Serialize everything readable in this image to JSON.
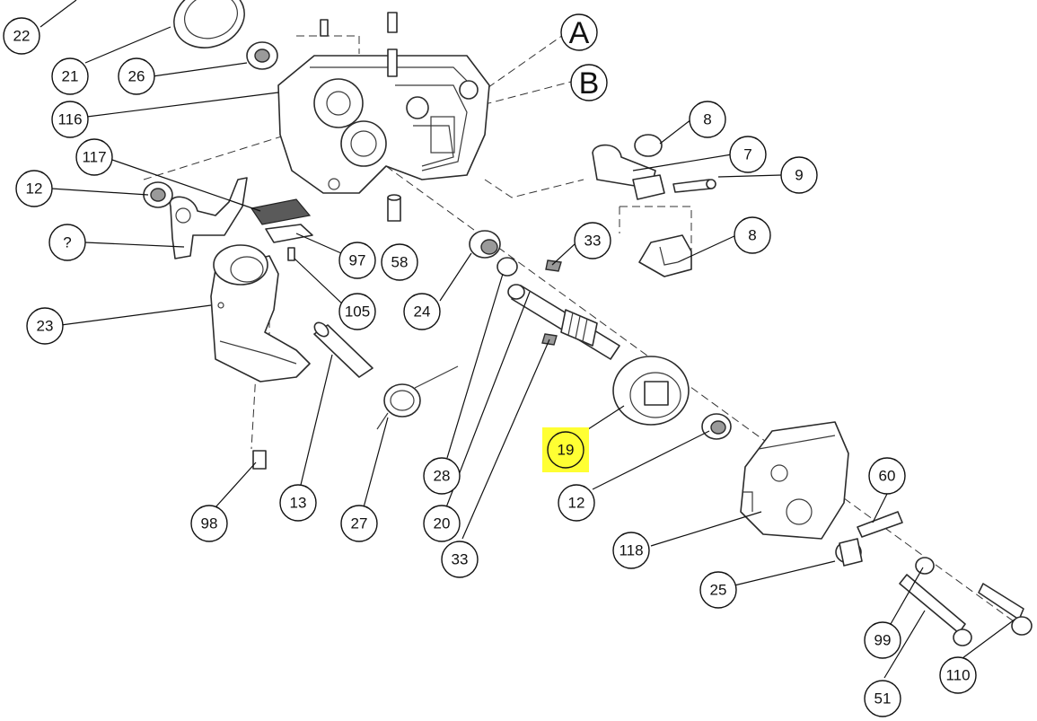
{
  "callouts": [
    {
      "id": "c22",
      "label": "22"
    },
    {
      "id": "c21",
      "label": "21"
    },
    {
      "id": "c26",
      "label": "26"
    },
    {
      "id": "c116",
      "label": "116"
    },
    {
      "id": "c117",
      "label": "117"
    },
    {
      "id": "c12a",
      "label": "12"
    },
    {
      "id": "cq",
      "label": "?"
    },
    {
      "id": "c23",
      "label": "23"
    },
    {
      "id": "c97",
      "label": "97"
    },
    {
      "id": "c58",
      "label": "58"
    },
    {
      "id": "c105",
      "label": "105"
    },
    {
      "id": "c24",
      "label": "24"
    },
    {
      "id": "c33a",
      "label": "33"
    },
    {
      "id": "c8a",
      "label": "8"
    },
    {
      "id": "c7",
      "label": "7"
    },
    {
      "id": "c9",
      "label": "9"
    },
    {
      "id": "c8b",
      "label": "8"
    },
    {
      "id": "c19",
      "label": "19",
      "highlight": true
    },
    {
      "id": "c12b",
      "label": "12"
    },
    {
      "id": "c28",
      "label": "28"
    },
    {
      "id": "c20",
      "label": "20"
    },
    {
      "id": "c33b",
      "label": "33"
    },
    {
      "id": "c98",
      "label": "98"
    },
    {
      "id": "c13",
      "label": "13"
    },
    {
      "id": "c27",
      "label": "27"
    },
    {
      "id": "c60",
      "label": "60"
    },
    {
      "id": "c118",
      "label": "118"
    },
    {
      "id": "c25",
      "label": "25"
    },
    {
      "id": "c99",
      "label": "99"
    },
    {
      "id": "c51",
      "label": "51"
    },
    {
      "id": "c110",
      "label": "110"
    }
  ],
  "references": [
    {
      "id": "refA",
      "label": "A"
    },
    {
      "id": "refB",
      "label": "B"
    }
  ],
  "colors": {
    "highlight": "#ffff33",
    "line": "#111111"
  }
}
